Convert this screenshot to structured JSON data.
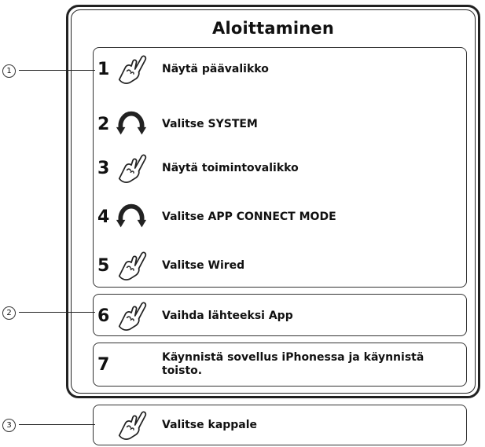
{
  "title": "Aloittaminen",
  "callouts": [
    "1",
    "2",
    "3"
  ],
  "steps": [
    {
      "number": "1",
      "icon": "hand-pointer-icon",
      "text": "Näytä päävalikko"
    },
    {
      "number": "2",
      "icon": "rotate-knob-icon",
      "text": "Valitse SYSTEM"
    },
    {
      "number": "3",
      "icon": "hand-pointer-icon",
      "text": "Näytä toimintovalikko"
    },
    {
      "number": "4",
      "icon": "rotate-knob-icon",
      "text": "Valitse APP CONNECT MODE"
    },
    {
      "number": "5",
      "icon": "hand-pointer-icon",
      "text": "Valitse Wired"
    },
    {
      "number": "6",
      "icon": "hand-pointer-icon",
      "text": "Vaihda lähteeksi App"
    },
    {
      "number": "7",
      "icon": "",
      "text": "Käynnistä sovellus iPhonessa ja käynnistä toisto."
    },
    {
      "number": "",
      "icon": "hand-pointer-icon",
      "text": "Valitse kappale"
    }
  ]
}
